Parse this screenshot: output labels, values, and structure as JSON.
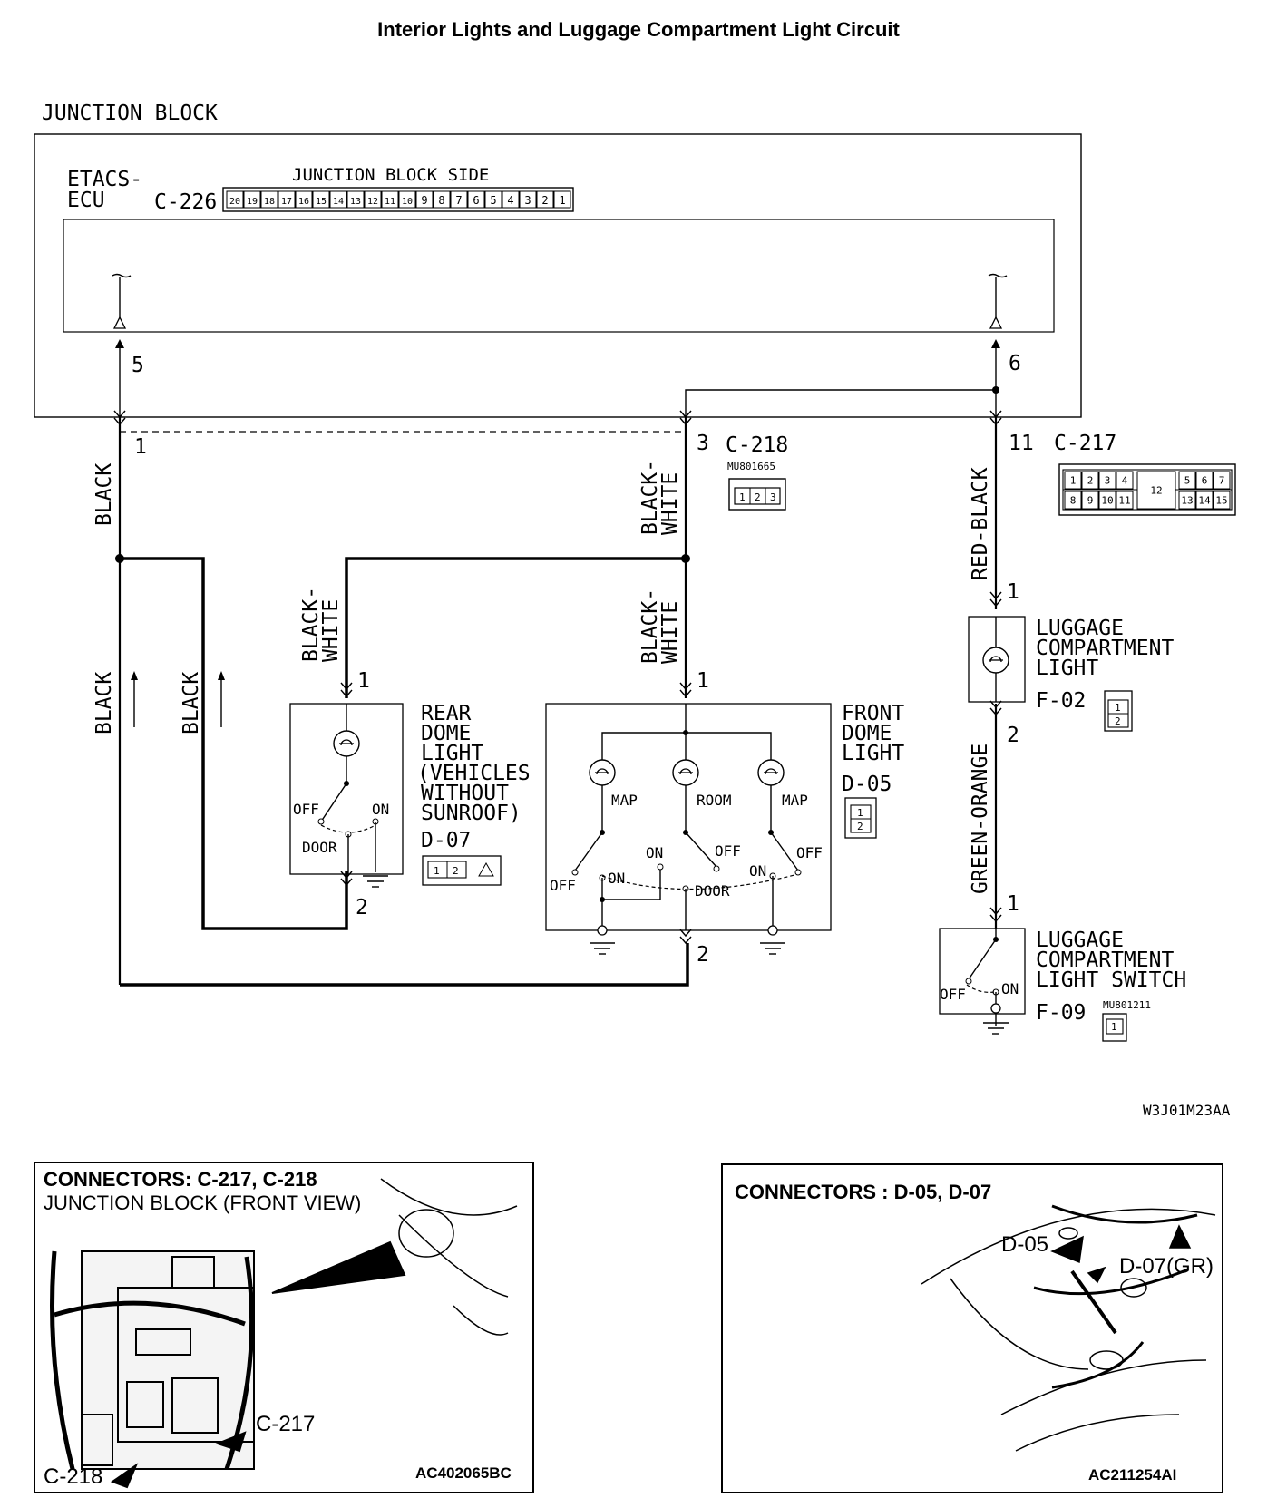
{
  "title": "Interior Lights and Luggage Compartment Light Circuit",
  "junction_block": {
    "label": "JUNCTION BLOCK",
    "ecu_line1": "ETACS-",
    "ecu_line2": "ECU",
    "connector": "C-226",
    "side_label": "JUNCTION BLOCK SIDE",
    "pins": [
      "20",
      "19",
      "18",
      "17",
      "16",
      "15",
      "14",
      "13",
      "12",
      "11",
      "10",
      "9",
      "8",
      "7",
      "6",
      "5",
      "4",
      "3",
      "2",
      "1"
    ],
    "terminal_left": "5",
    "terminal_right": "6"
  },
  "c218": {
    "name": "C-218",
    "part": "MU801665",
    "pins": [
      "1",
      "2",
      "3"
    ],
    "term_black": "1",
    "term_bw": "3"
  },
  "c217": {
    "name": "C-217",
    "term": "11",
    "pins_top": [
      "1",
      "2",
      "3",
      "4",
      "12",
      "5",
      "6",
      "7"
    ],
    "pins_bottom": [
      "8",
      "9",
      "10",
      "11",
      "13",
      "14",
      "15"
    ]
  },
  "wires": {
    "black": "BLACK",
    "black_white_1": "BLACK-",
    "black_white_2": "WHITE",
    "red_black": "RED-BLACK",
    "green_orange": "GREEN-ORANGE"
  },
  "rear_dome": {
    "l1": "REAR",
    "l2": "DOME",
    "l3": "LIGHT",
    "l4": "(VEHICLES",
    "l5": "WITHOUT",
    "l6": "SUNROOF)",
    "connector": "D-07",
    "pins": [
      "1",
      "2"
    ],
    "off": "OFF",
    "on": "ON",
    "door": "DOOR",
    "pin1": "1",
    "pin2": "2"
  },
  "front_dome": {
    "l1": "FRONT",
    "l2": "DOME",
    "l3": "LIGHT",
    "connector": "D-05",
    "pins": [
      "1",
      "2"
    ],
    "map": "MAP",
    "room": "ROOM",
    "off": "OFF",
    "on": "ON",
    "door": "DOOR",
    "pin1": "1",
    "pin2": "2"
  },
  "luggage_light": {
    "l1": "LUGGAGE",
    "l2": "COMPARTMENT",
    "l3": "LIGHT",
    "connector": "F-02",
    "pins": [
      "1",
      "2"
    ],
    "pin1": "1",
    "pin2": "2"
  },
  "luggage_switch": {
    "l1": "LUGGAGE",
    "l2": "COMPARTMENT",
    "l3": "LIGHT SWITCH",
    "connector": "F-09",
    "part": "MU801211",
    "pins": [
      "1"
    ],
    "pin1": "1",
    "off": "OFF",
    "on": "ON"
  },
  "diagram_code": "W3J01M23AA",
  "panel_left": {
    "heading": "CONNECTORS: C-217, C-218",
    "subheading": "JUNCTION BLOCK (FRONT VIEW)",
    "callout_c217": "C-217",
    "callout_c218": "C-218",
    "code": "AC402065BC"
  },
  "panel_right": {
    "heading": "CONNECTORS : D-05, D-07",
    "callout_d05": "D-05",
    "callout_d07": "D-07(GR)",
    "code": "AC211254AI"
  }
}
